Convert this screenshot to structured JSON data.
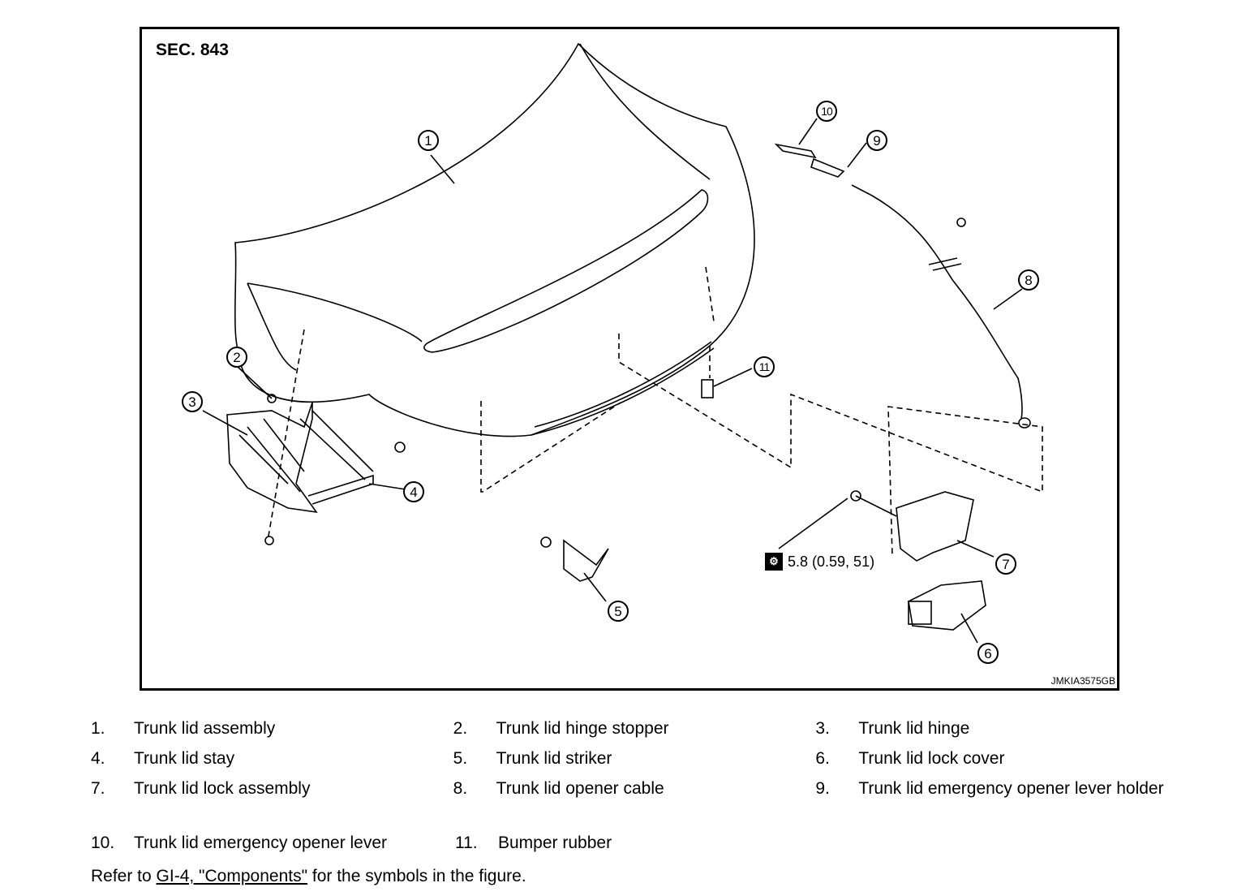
{
  "figure": {
    "section": "SEC. 843",
    "code": "JMKIA3575GB",
    "torque_icon": "torque-wrench-icon",
    "torque_value": "5.8 (0.59, 51)",
    "callouts": [
      "1",
      "2",
      "3",
      "4",
      "5",
      "6",
      "7",
      "8",
      "9",
      "10",
      "11"
    ]
  },
  "legend": {
    "rows": [
      [
        {
          "num": "1.",
          "label": "Trunk lid assembly"
        },
        {
          "num": "2.",
          "label": "Trunk lid hinge stopper"
        },
        {
          "num": "3.",
          "label": "Trunk lid hinge"
        }
      ],
      [
        {
          "num": "4.",
          "label": "Trunk lid stay"
        },
        {
          "num": "5.",
          "label": "Trunk lid striker"
        },
        {
          "num": "6.",
          "label": "Trunk lid lock cover"
        }
      ],
      [
        {
          "num": "7.",
          "label": "Trunk lid lock assembly"
        },
        {
          "num": "8.",
          "label": "Trunk lid opener cable"
        },
        {
          "num": "9.",
          "label": "Trunk lid emergency opener lever holder"
        }
      ],
      [
        {
          "num": "10.",
          "label": "Trunk lid emergency opener lever"
        },
        {
          "num": "11.",
          "label": "Bumper rubber"
        }
      ]
    ]
  },
  "note": {
    "prefix": "Refer to ",
    "link": "GI-4, \"Components\"",
    "suffix": " for the symbols in the figure."
  }
}
